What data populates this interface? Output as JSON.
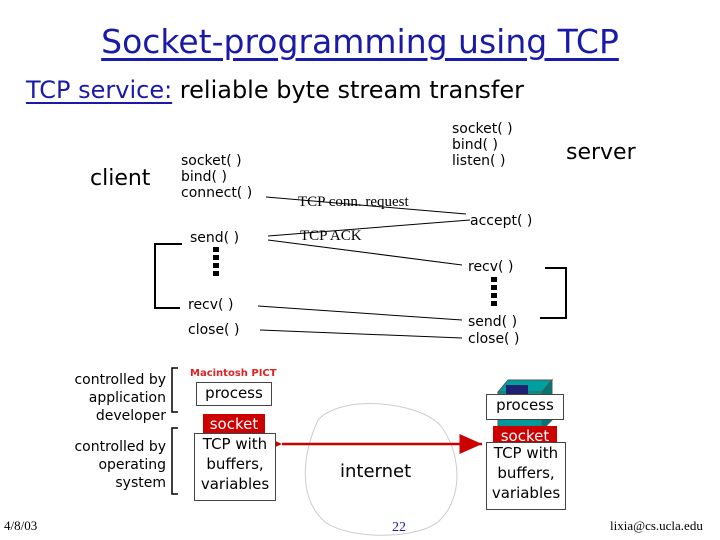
{
  "title": "Socket-programming using TCP",
  "subtitle": {
    "label": "TCP service:",
    "text": " reliable byte stream transfer"
  },
  "client": {
    "label": "client",
    "calls_setup": "socket( )\nbind( )\nconnect( )",
    "send": "send( )",
    "recv": "recv( )",
    "close": "close( )"
  },
  "server": {
    "label": "server",
    "calls_setup": "socket( )\nbind( )\nlisten( )",
    "accept": "accept( )",
    "recv": "recv( )",
    "send": "send( )",
    "close": "close( )"
  },
  "messages": {
    "conn_request": "TCP conn. request",
    "ack": "TCP ACK"
  },
  "controlled_by_app": "controlled by\napplication\ndeveloper",
  "controlled_by_os": "controlled by\noperating\nsystem",
  "stack": {
    "process": "process",
    "socket": "socket",
    "tcp": "TCP with\nbuffers,\nvariables"
  },
  "internet": "internet",
  "pict_label": "Macintosh PICT",
  "footer": {
    "date": "4/8/03",
    "page": "22",
    "email": "lixia@cs.ucla.edu"
  },
  "colors": {
    "title": "#1a1aa8",
    "socket": "#cc0000",
    "arrow": "#cc0000"
  }
}
